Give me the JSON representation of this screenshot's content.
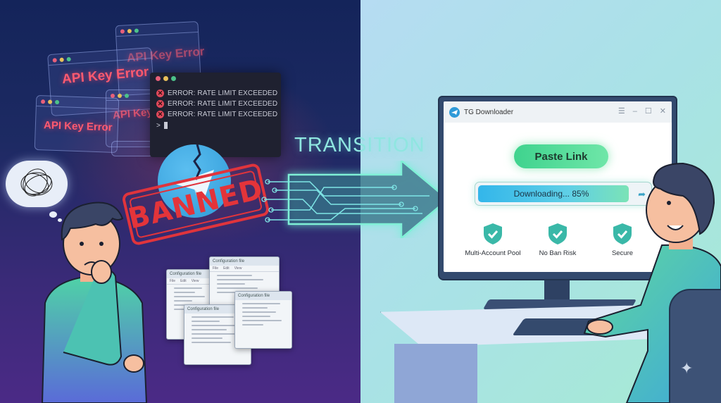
{
  "scene": {
    "left_theme": "problems",
    "right_theme": "solution",
    "colors": {
      "left_bg_top": "#14245a",
      "left_bg_bottom": "#4b2a86",
      "right_bg_start": "#b6dcf2",
      "right_bg_end": "#a6ead3",
      "error_red": "#ff5a70",
      "accent_teal": "#8fe6e0",
      "accent_green": "#3fd38e"
    }
  },
  "error_windows": [
    {
      "label": "API Key Error"
    },
    {
      "label": "API Key Error"
    },
    {
      "label": "API Key Error"
    },
    {
      "label": "API Key"
    }
  ],
  "terminal": {
    "lines": [
      {
        "icon": "error-x-icon",
        "text": "ERROR: RATE LIMIT EXCEEDED"
      },
      {
        "icon": "error-x-icon",
        "text": "ERROR: RATE LIMIT EXCEEDED"
      },
      {
        "icon": "error-x-icon",
        "text": "ERROR: RATE LIMIT EXCEEDED"
      }
    ],
    "prompt": ">"
  },
  "stamp": {
    "text": "BANNED"
  },
  "config_windows": [
    {
      "title": "Configuration file",
      "menu": [
        "File",
        "Edit",
        "View"
      ]
    },
    {
      "title": "Configuration file",
      "menu": [
        "File",
        "Edit",
        "View"
      ]
    },
    {
      "title": "Configuration file",
      "menu": []
    },
    {
      "title": "Configuration file",
      "menu": []
    }
  ],
  "transition": {
    "label": "TRANSITION"
  },
  "app": {
    "title": "TG Downloader",
    "controls": {
      "menu": "☰",
      "minimize": "–",
      "maximize": "☐",
      "close": "✕"
    },
    "paste_button": "Paste Link",
    "progress": {
      "label": "Downloading... 85%",
      "percent": 85
    },
    "features": [
      {
        "icon": "shield-check-icon",
        "label": "Multi-Account Pool"
      },
      {
        "icon": "shield-check-icon",
        "label": "No Ban Risk"
      },
      {
        "icon": "shield-check-icon",
        "label": "Secure"
      }
    ]
  }
}
